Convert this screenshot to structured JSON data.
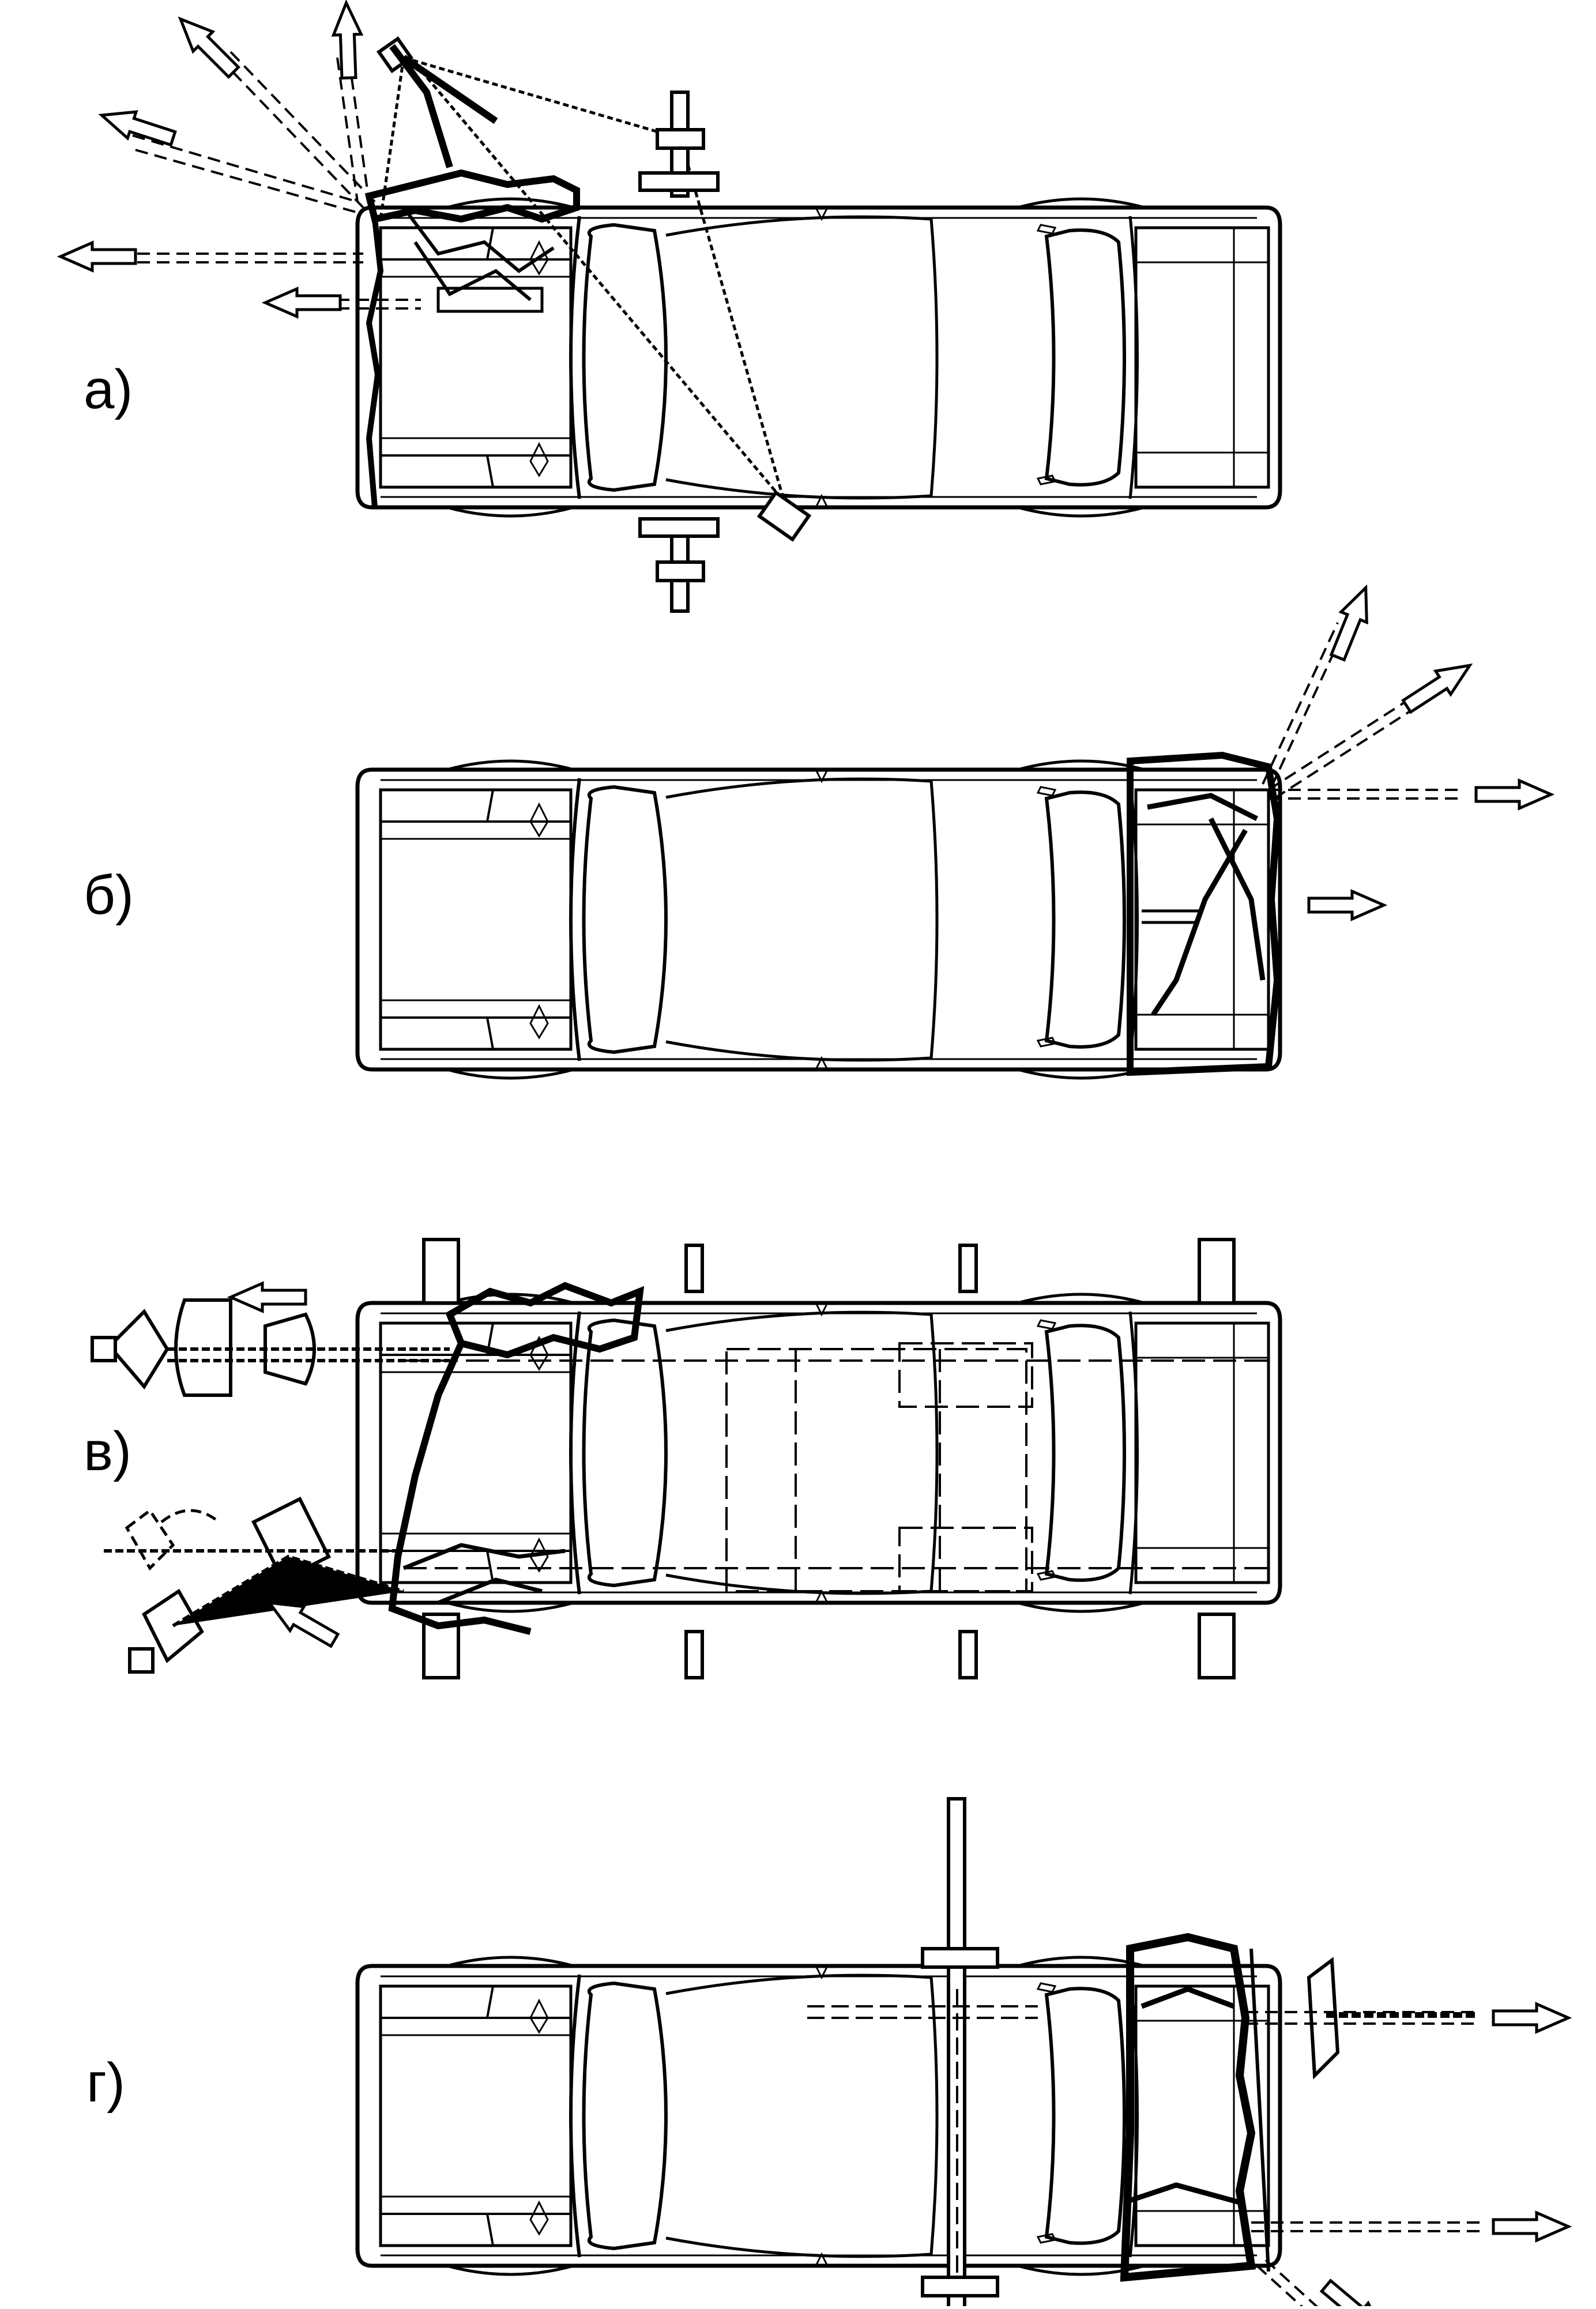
{
  "figure": {
    "background": "#ffffff",
    "ink": "#000000",
    "panels": [
      {
        "id": "a",
        "label": "а)",
        "damage": "front",
        "equipment": "chains-and-clamps",
        "arrows": 5
      },
      {
        "id": "b",
        "label": "б)",
        "damage": "rear",
        "equipment": "none",
        "arrows": 4
      },
      {
        "id": "c",
        "label": "в)",
        "damage": "front",
        "equipment": "frame-stand-with-pull-heads",
        "arrows": 2
      },
      {
        "id": "d",
        "label": "г)",
        "damage": "rear",
        "equipment": "frame-stand-with-pull-heads",
        "arrows": 3
      }
    ]
  }
}
